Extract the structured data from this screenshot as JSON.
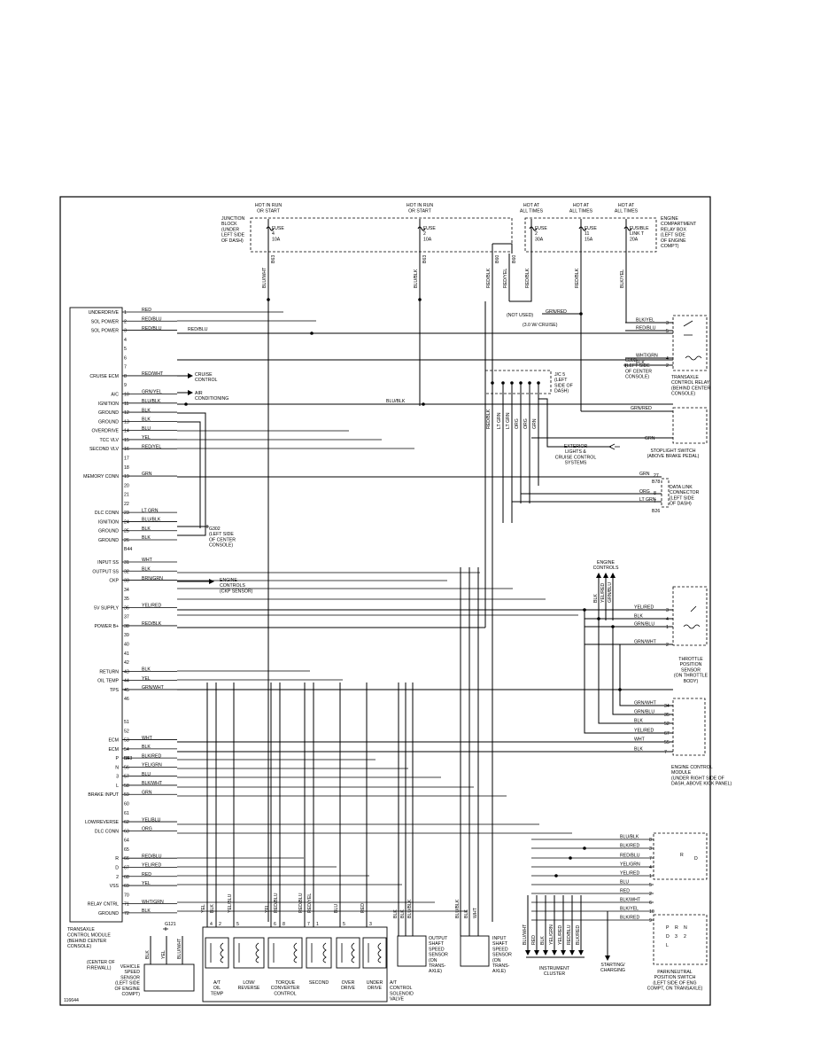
{
  "figure_id": "116644",
  "power": [
    {
      "label": "HOT IN RUN\nOR START",
      "fuse": "FUSE\n4\n10A"
    },
    {
      "label": "HOT IN RUN\nOR START",
      "fuse": "FUSE\n2\n10A"
    },
    {
      "label": "HOT AT\nALL TIMES",
      "fuse": "FUSE\n2\n30A"
    },
    {
      "label": "HOT AT\nALL TIMES",
      "fuse": "FUSE\n11\n15A"
    },
    {
      "label": "HOT AT\nALL TIMES",
      "fuse": "FUSIBLE\nLINK T\n20A"
    }
  ],
  "junction_block": "JUNCTION\nBLOCK\n(UNDER\nLEFT SIDE\nOF DASH)",
  "engine_relay_box": "ENGINE\nCOMPARTMENT\nRELAY BOX\n(LEFT SIDE\nOF ENGINE\nCOMPT)",
  "top_wires": [
    {
      "color": "BLU/WHT",
      "conn": "B63"
    },
    {
      "color": "BLU/BLK",
      "conn": "B63"
    },
    {
      "color": "RED/BLK",
      "conn": "B60"
    },
    {
      "color": "RED/YEL",
      "conn": "B60"
    },
    {
      "color": "RED/BLK",
      "conn": ""
    },
    {
      "color": "RED/BLK",
      "conn": ""
    },
    {
      "color": "BLK/YEL",
      "conn": ""
    }
  ],
  "tcm_pins": [
    {
      "pin": "1",
      "name": "UNDERDRIVE",
      "wire": "RED"
    },
    {
      "pin": "2",
      "name": "SOL POWER",
      "wire": "RED/BLU"
    },
    {
      "pin": "3",
      "name": "SOL POWER",
      "wire": "RED/BLU"
    },
    {
      "pin": "4",
      "name": "",
      "wire": ""
    },
    {
      "pin": "5",
      "name": "",
      "wire": ""
    },
    {
      "pin": "6",
      "name": "",
      "wire": ""
    },
    {
      "pin": "7",
      "name": "",
      "wire": ""
    },
    {
      "pin": "8",
      "name": "CRUISE ECM",
      "wire": "RED/WHT"
    },
    {
      "pin": "9",
      "name": "",
      "wire": ""
    },
    {
      "pin": "10",
      "name": "A/C",
      "wire": "GRN/YEL"
    },
    {
      "pin": "11",
      "name": "IGNITION",
      "wire": "BLU/BLK"
    },
    {
      "pin": "12",
      "name": "GROUND",
      "wire": "BLK"
    },
    {
      "pin": "13",
      "name": "GROUND",
      "wire": "BLK"
    },
    {
      "pin": "14",
      "name": "OVERDRIVE",
      "wire": "BLU"
    },
    {
      "pin": "15",
      "name": "TCC VLV",
      "wire": "YEL"
    },
    {
      "pin": "16",
      "name": "SECOND VLV",
      "wire": "RED/YEL"
    },
    {
      "pin": "17",
      "name": "",
      "wire": ""
    },
    {
      "pin": "18",
      "name": "",
      "wire": ""
    },
    {
      "pin": "19",
      "name": "MEMORY CONN",
      "wire": "GRN"
    },
    {
      "pin": "20",
      "name": "",
      "wire": ""
    },
    {
      "pin": "21",
      "name": "",
      "wire": ""
    },
    {
      "pin": "22",
      "name": "",
      "wire": ""
    },
    {
      "pin": "23",
      "name": "DLC CONN",
      "wire": "LT GRN"
    },
    {
      "pin": "24",
      "name": "IGNITION",
      "wire": "BLU/BLK"
    },
    {
      "pin": "25",
      "name": "GROUND",
      "wire": "BLK"
    },
    {
      "pin": "26",
      "name": "GROUND",
      "wire": "BLK"
    },
    {
      "pin": "31",
      "name": "INPUT SS",
      "wire": "WHT"
    },
    {
      "pin": "32",
      "name": "OUTPUT SS",
      "wire": "BLK"
    },
    {
      "pin": "33",
      "name": "CKP",
      "wire": "BRN/GRN"
    },
    {
      "pin": "34",
      "name": "",
      "wire": ""
    },
    {
      "pin": "35",
      "name": "",
      "wire": ""
    },
    {
      "pin": "36",
      "name": "5V SUPPLY",
      "wire": "YEL/RED"
    },
    {
      "pin": "37",
      "name": "",
      "wire": ""
    },
    {
      "pin": "38",
      "name": "POWER B+",
      "wire": "RED/BLK"
    },
    {
      "pin": "39",
      "name": "",
      "wire": ""
    },
    {
      "pin": "40",
      "name": "",
      "wire": ""
    },
    {
      "pin": "41",
      "name": "",
      "wire": ""
    },
    {
      "pin": "42",
      "name": "",
      "wire": ""
    },
    {
      "pin": "43",
      "name": "RETURN",
      "wire": "BLK"
    },
    {
      "pin": "44",
      "name": "OIL TEMP",
      "wire": "YEL"
    },
    {
      "pin": "45",
      "name": "TPS",
      "wire": "GRN/WHT"
    },
    {
      "pin": "46",
      "name": "",
      "wire": ""
    },
    {
      "pin": "51",
      "name": "",
      "wire": ""
    },
    {
      "pin": "52",
      "name": "",
      "wire": ""
    },
    {
      "pin": "53",
      "name": "ECM",
      "wire": "WHT"
    },
    {
      "pin": "54",
      "name": "ECM",
      "wire": "BLK"
    },
    {
      "pin": "55",
      "name": "P",
      "wire": "BLK/RED"
    },
    {
      "pin": "56",
      "name": "N",
      "wire": "YEL/GRN"
    },
    {
      "pin": "57",
      "name": "3",
      "wire": "BLU"
    },
    {
      "pin": "58",
      "name": "L",
      "wire": "BLK/WHT"
    },
    {
      "pin": "59",
      "name": "BRAKE INPUT",
      "wire": "GRN"
    },
    {
      "pin": "60",
      "name": "",
      "wire": ""
    },
    {
      "pin": "61",
      "name": "",
      "wire": ""
    },
    {
      "pin": "62",
      "name": "LOW/REVERSE",
      "wire": "YEL/BLU"
    },
    {
      "pin": "63",
      "name": "DLC CONN",
      "wire": "ORG"
    },
    {
      "pin": "64",
      "name": "",
      "wire": ""
    },
    {
      "pin": "65",
      "name": "",
      "wire": ""
    },
    {
      "pin": "66",
      "name": "R",
      "wire": "RED/BLU"
    },
    {
      "pin": "67",
      "name": "D",
      "wire": "YEL/RED"
    },
    {
      "pin": "68",
      "name": "2",
      "wire": "RED"
    },
    {
      "pin": "69",
      "name": "VSS",
      "wire": "YEL"
    },
    {
      "pin": "70",
      "name": "",
      "wire": ""
    },
    {
      "pin": "71",
      "name": "RELAY CNTRL",
      "wire": "WHT/GRN"
    },
    {
      "pin": "72",
      "name": "GROUND",
      "wire": "BLK"
    }
  ],
  "tcm_connectors": [
    "B44",
    "B43",
    "B42"
  ],
  "tcm_label": "TRANSAXLE\nCONTROL MODULE\n(BEHIND CENTER\nCONSOLE)",
  "cruise_control": "CRUISE\nCONTROL",
  "air_conditioning": "AIR\nCONDITIONING",
  "engine_controls_ckp": "ENGINE\nCONTROLS\n(CKP SENSOR)",
  "g302": "G302\n(LEFT SIDE\nOF CENTER\nCONSOLE)",
  "blu_blk_mid": "BLU/BLK",
  "not_used": "(NOT USED)",
  "w_cruise": "(3.0 W/ CRUISE)",
  "grn_red": "GRN/RED",
  "jc5": "J/C 5\n(LEFT\nSIDE OF\nDASH)",
  "jc5_wires": [
    "RED/BLK",
    "LT GRN",
    "LT GRN",
    "ORG",
    "ORG",
    "GRN"
  ],
  "relay_label": "TRANSAXLE\nCONTROL RELAY\n(BEHIND CENTER\nCONSOLE)",
  "relay_wires": [
    {
      "c": "BLK/YEL",
      "p": "3"
    },
    {
      "c": "RED/BLU",
      "p": "5"
    },
    {
      "c": "WHT/GRN",
      "p": "4"
    },
    {
      "c": "BLK",
      "p": "2"
    }
  ],
  "g302b": "G302\n(LEFT SIDE\nOF CENTER\nCONSOLE)",
  "stoplight": "STOPLIGHT SWITCH\n(ABOVE BRAKE PEDAL)",
  "stoplight_wires": [
    "GRN/RED",
    "GRN"
  ],
  "exterior": "EXTERIOR\nLIGHTS &\nCRUISE CONTROL\nSYSTEMS",
  "dlc": "DATA LINK\nCONNECTOR\n(LEFT SIDE\nOF DASH)",
  "dlc_wires": [
    {
      "c": "GRN",
      "p": "27"
    },
    {
      "c": "ORG",
      "p": "8"
    },
    {
      "c": "LT GRN",
      "p": "7"
    }
  ],
  "dlc_conns": [
    "B78",
    "B26"
  ],
  "engine_controls": "ENGINE\nCONTROLS",
  "ec_wires": [
    "BLK",
    "YEL/RED",
    "GRN/BLU"
  ],
  "tps": "THROTTLE\nPOSITION\nSENSOR\n(ON THROTTLE\nBODY)",
  "tps_wires": [
    {
      "c": "YEL/RED",
      "p": "3"
    },
    {
      "c": "BLK",
      "p": "4"
    },
    {
      "c": "GRN/BLU",
      "p": "1"
    },
    {
      "c": "GRN/WHT",
      "p": "2"
    }
  ],
  "ecm": "ENGINE CONTROL\nMODULE\n(UNDER RIGHT SIDE OF\nDASH, ABOVE KICK PANEL)",
  "ecm_wires": [
    {
      "c": "GRN/WHT",
      "p": "34"
    },
    {
      "c": "GRN/BLU",
      "p": "35"
    },
    {
      "c": "BLK",
      "p": "52"
    },
    {
      "c": "YEL/RED",
      "p": "67"
    },
    {
      "c": "WHT",
      "p": "55"
    },
    {
      "c": "BLK",
      "p": "7"
    }
  ],
  "prnd": "PARK/NEUTRAL\nPOSITION SWITCH\n(LEFT SIDE OF ENG\nCOMPT, ON TRANSAXLE)",
  "prnd_wires": [
    {
      "c": "BLU/BLK",
      "p": "8"
    },
    {
      "c": "BLK/RED",
      "p": "3"
    },
    {
      "c": "RED/BLU",
      "p": "7"
    },
    {
      "c": "YEL/GRN",
      "p": "4"
    },
    {
      "c": "YEL/RED",
      "p": "1"
    },
    {
      "c": "BLU",
      "p": "5"
    },
    {
      "c": "RED",
      "p": "2"
    },
    {
      "c": "BLK/WHT",
      "p": "6"
    },
    {
      "c": "BLK/YEL",
      "p": "10"
    },
    {
      "c": "BLK/RED",
      "p": "9"
    }
  ],
  "prnd_letters": [
    "P",
    "R",
    "N",
    "D",
    "3",
    "2",
    "L"
  ],
  "instrument": "INSTRUMENT\nCLUSTER",
  "instrument_wires": [
    "BLU/WHT",
    "RED",
    "BLK",
    "YEL/GRN",
    "YEL/RED",
    "RED/BLU",
    "BLK/RED"
  ],
  "starting": "STARTING/\nCHARGING",
  "vss": "VEHICLE\nSPEED\nSENSOR\n(LEFT SIDE\nOF ENGINE\nCOMPT)",
  "vss_wires": [
    "BLK",
    "YEL",
    "BLU/WHT"
  ],
  "g121": "G121",
  "center_firewall": "(CENTER OF\nFIREWALL)",
  "valve_wires": [
    "YEL",
    "BLK",
    "YEL/BLU",
    "YEL",
    "RED/BLU",
    "RED/BLU",
    "RED/YEL",
    "BLU",
    "RED"
  ],
  "valve_pins": [
    "4",
    "2",
    "5",
    "6",
    "8",
    "7",
    "1",
    "5",
    "3"
  ],
  "valve_solenoids": [
    "A/T\nOIL\nTEMP",
    "LOW/\nREVERSE",
    "TORQUE\nCONVERTER\nCONTROL",
    "SECOND",
    "OVER\nDRIVE",
    "UNDER\nDRIVE"
  ],
  "valve_body": "A/T\nCONTROL\nSOLENOID\nVALVE",
  "oss": "OUTPUT\nSHAFT\nSPEED\nSENSOR\n(ON\nTRANS-\nAXLE)",
  "oss_wires": [
    "BLK",
    "BLK",
    "BLU/BLK"
  ],
  "iss": "INPUT\nSHAFT\nSPEED\nSENSOR\n(ON\nTRANS-\nAXLE)",
  "iss_wires": [
    "BLU/BLK",
    "BLK",
    "WHT"
  ]
}
